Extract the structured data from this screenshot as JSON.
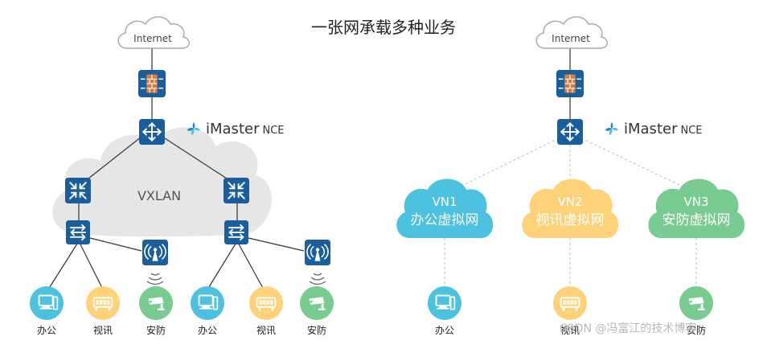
{
  "title": "一张网承载多种业务",
  "left": {
    "internet_label": "Internet",
    "brand_name": "iMaster",
    "brand_product": "NCE",
    "fabric_label": "VXLAN",
    "endpoints": [
      {
        "label": "办公"
      },
      {
        "label": "视讯"
      },
      {
        "label": "安防"
      },
      {
        "label": "办公"
      },
      {
        "label": "视讯"
      },
      {
        "label": "安防"
      }
    ]
  },
  "right": {
    "internet_label": "Internet",
    "brand_name": "iMaster",
    "brand_product": "NCE",
    "vns": [
      {
        "name": "VN1",
        "desc": "办公虚拟网",
        "color": "#4cc1e0",
        "endpoint_label": "办公"
      },
      {
        "name": "VN2",
        "desc": "视讯虚拟网",
        "color": "#ffd27a",
        "endpoint_label": "视讯"
      },
      {
        "name": "VN3",
        "desc": "安防虚拟网",
        "color": "#78cc92",
        "endpoint_label": "安防"
      }
    ]
  },
  "watermark": "CSDN @冯富江的技术博客",
  "colors": {
    "device_blue": "#1b5e9e",
    "cloud_gray": "#e6e6e6",
    "link": "#333333",
    "dashed_link": "#bdbdbd",
    "office": "#4cc1e0",
    "video": "#ffd27a",
    "security": "#78cc92"
  },
  "icons": {
    "internet": "cloud-icon",
    "firewall": "firewall-icon",
    "router": "router-icon",
    "core_switch": "switch-icon",
    "access_switch": "access-switch-icon",
    "ap": "wireless-ap-icon",
    "office": "computer-icon",
    "video": "video-terminal-icon",
    "security": "camera-icon",
    "brand": "imaster-logo-icon"
  }
}
